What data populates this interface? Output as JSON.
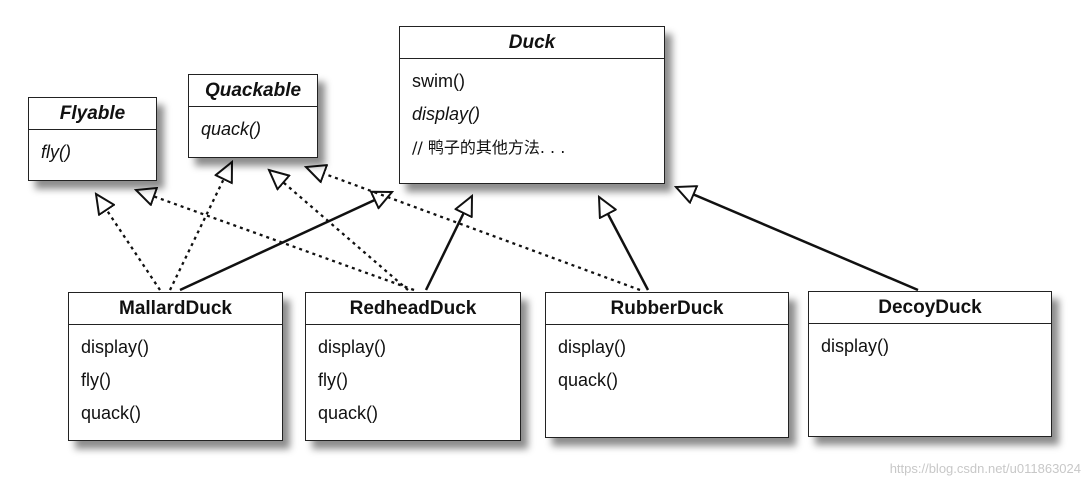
{
  "classes": {
    "duck": {
      "name": "Duck",
      "methods": [
        "swim()",
        "display()",
        "// 鸭子的其他方法. . ."
      ]
    },
    "flyable": {
      "name": "Flyable",
      "methods": [
        "fly()"
      ]
    },
    "quackable": {
      "name": "Quackable",
      "methods": [
        "quack()"
      ]
    },
    "mallard": {
      "name": "MallardDuck",
      "methods": [
        "display()",
        "fly()",
        "quack()"
      ]
    },
    "redhead": {
      "name": "RedheadDuck",
      "methods": [
        "display()",
        "fly()",
        "quack()"
      ]
    },
    "rubber": {
      "name": "RubberDuck",
      "methods": [
        "display()",
        "quack()"
      ]
    },
    "decoy": {
      "name": "DecoyDuck",
      "methods": [
        "display()"
      ]
    }
  },
  "watermark": "https://blog.csdn.net/u011863024"
}
